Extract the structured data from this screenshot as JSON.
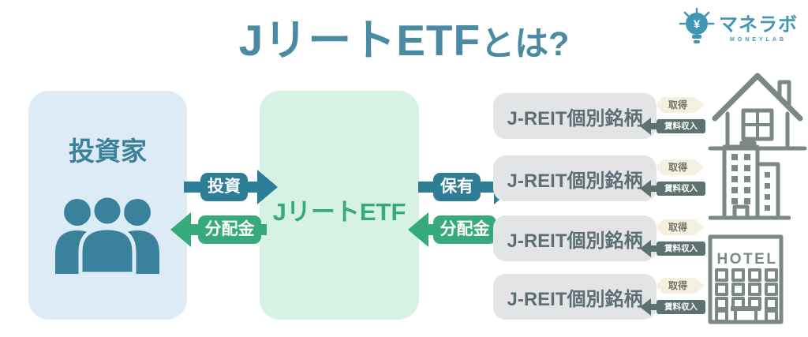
{
  "title": {
    "main": "JリートETF",
    "suffix": "とは?"
  },
  "logo": {
    "brand": "マネラボ",
    "subtext": "MONEYLAB",
    "bulb_symbol": "¥"
  },
  "investor": {
    "label": "投資家"
  },
  "etf": {
    "label": "JリートETF"
  },
  "flows": {
    "invest": "投資",
    "dividend_to_investor": "分配金",
    "hold": "保有",
    "dividend_to_etf": "分配金",
    "acquire": "取得",
    "rent_income": "賃料収入"
  },
  "reit_rows": [
    {
      "label": "J-REIT個別銘柄"
    },
    {
      "label": "J-REIT個別銘柄"
    },
    {
      "label": "J-REIT個別銘柄"
    },
    {
      "label": "J-REIT個別銘柄"
    }
  ],
  "buildings": {
    "hotel_label": "HOTEL",
    "icons": [
      "house-icon",
      "office-building-icon",
      "hotel-icon"
    ]
  },
  "colors": {
    "title_teal": "#4a8aa2",
    "teal_arrow": "#2e7d97",
    "teal_icon": "#3a819c",
    "green": "#36a97d",
    "investor_box_bg": "#dcebf6",
    "etf_box_bg": "#d5f2e4",
    "gray_box_bg": "#e3e4e5",
    "gray_text": "#5d6e74",
    "cream": "#f5efdf",
    "cream_text": "#6f7468",
    "slate_arrow": "#5d7270",
    "building_stroke": "#7b8982",
    "logo_teal": "#4195b5"
  }
}
